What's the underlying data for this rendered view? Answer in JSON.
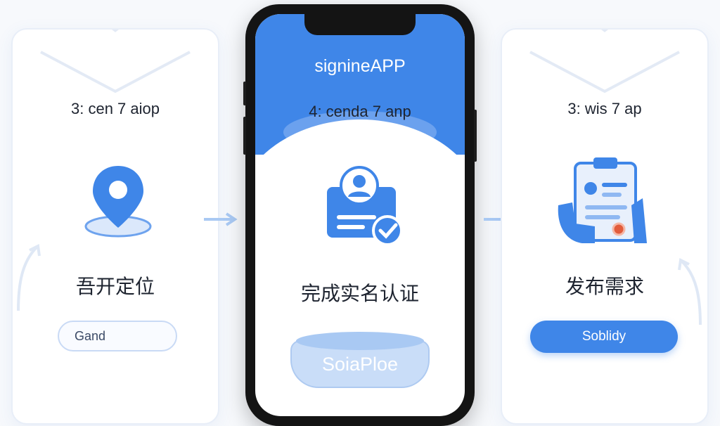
{
  "left_card": {
    "step": "3: cen 7 aiop",
    "label": "吾开定位",
    "button": "Gand",
    "icon": "location-pin-icon"
  },
  "phone": {
    "app_title": "signineAPP",
    "step": "4: cenda 7 anp",
    "label": "完成实名认证",
    "button": "SoiaPloe",
    "icon": "id-card-verified-icon"
  },
  "right_card": {
    "step": "3: wis 7 ap",
    "label": "发布需求",
    "button": "Soblidy",
    "icon": "clipboard-hand-icon"
  },
  "colors": {
    "accent": "#3f86e8",
    "accent_light": "#c9ddf8",
    "text": "#1e2430",
    "card_border": "#e8eef8"
  }
}
